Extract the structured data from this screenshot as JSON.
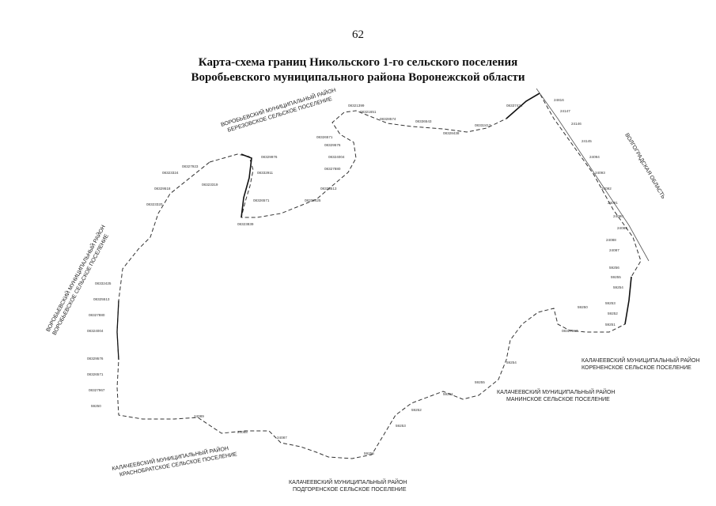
{
  "page_number": "62",
  "title": {
    "line1": "Карта-схема границ Никольского 1-го сельского поселения",
    "line2": "Воробьевского муниципального района Воронежской области"
  },
  "neighbors": {
    "north": {
      "line1": "ВОРОБЬЕВСКИЙ МУНИЦИПАЛЬНЫЙ РАЙОН",
      "line2": "БЕРЕЗОВСКОЕ СЕЛЬСКОЕ ПОСЕЛЕНИЕ"
    },
    "west": {
      "line1": "ВОРОБЬЕВСКИЙ МУНИЦИПАЛЬНЫЙ РАЙОН",
      "line2": "ВОРОБЬЕВСКОЕ СЕЛЬСКОЕ ПОСЕЛЕНИЕ"
    },
    "east": {
      "line1": "ВОЛГОГРАДСКАЯ ОБЛАСТЬ"
    },
    "southeast": {
      "line1": "КАЛАЧЕЕВСКИЙ МУНИЦИПАЛЬНЫЙ РАЙОН",
      "line2": "КОРЕНЕНСКОЕ СЕЛЬСКОЕ ПОСЕЛЕНИЕ"
    },
    "south_east": {
      "line1": "КАЛАЧЕЕВСКИЙ МУНИЦИПАЛЬНЫЙ РАЙОН",
      "line2": "МАНИНСКОЕ СЕЛЬСКОЕ ПОСЕЛЕНИЕ"
    },
    "south": {
      "line1": "КАЛАЧЕЕВСКИЙ МУНИЦИПАЛЬНЫЙ РАЙОН",
      "line2": "ПОДГОРЕНСКОЕ СЕЛЬСКОЕ ПОСЕЛЕНИЕ"
    },
    "southwest": {
      "line1": "КАЛАЧЕЕВСКИЙ МУНИЦИПАЛЬНЫЙ РАЙОН",
      "line2": "КРАСНОБРАТСКОЕ СЕЛЬСКОЕ ПОСЕЛЕНИЕ"
    }
  },
  "boundary_points": [
    "08321399",
    "08321651",
    "08328574",
    "08336543",
    "08328438",
    "08332413",
    "08337434",
    "24816",
    "24147",
    "24146",
    "24145",
    "24094",
    "24093",
    "24092",
    "24091",
    "24090",
    "24089",
    "24088",
    "24087",
    "59256",
    "59255",
    "59254",
    "59253",
    "59252",
    "59251",
    "59250",
    "08327967",
    "08326571",
    "08329576",
    "08324004",
    "08327880",
    "08325513",
    "08332425",
    "08329976",
    "08332911",
    "08326571",
    "08323839",
    "08327923",
    "08323319",
    "08323324",
    "08329518",
    "08323320"
  ]
}
